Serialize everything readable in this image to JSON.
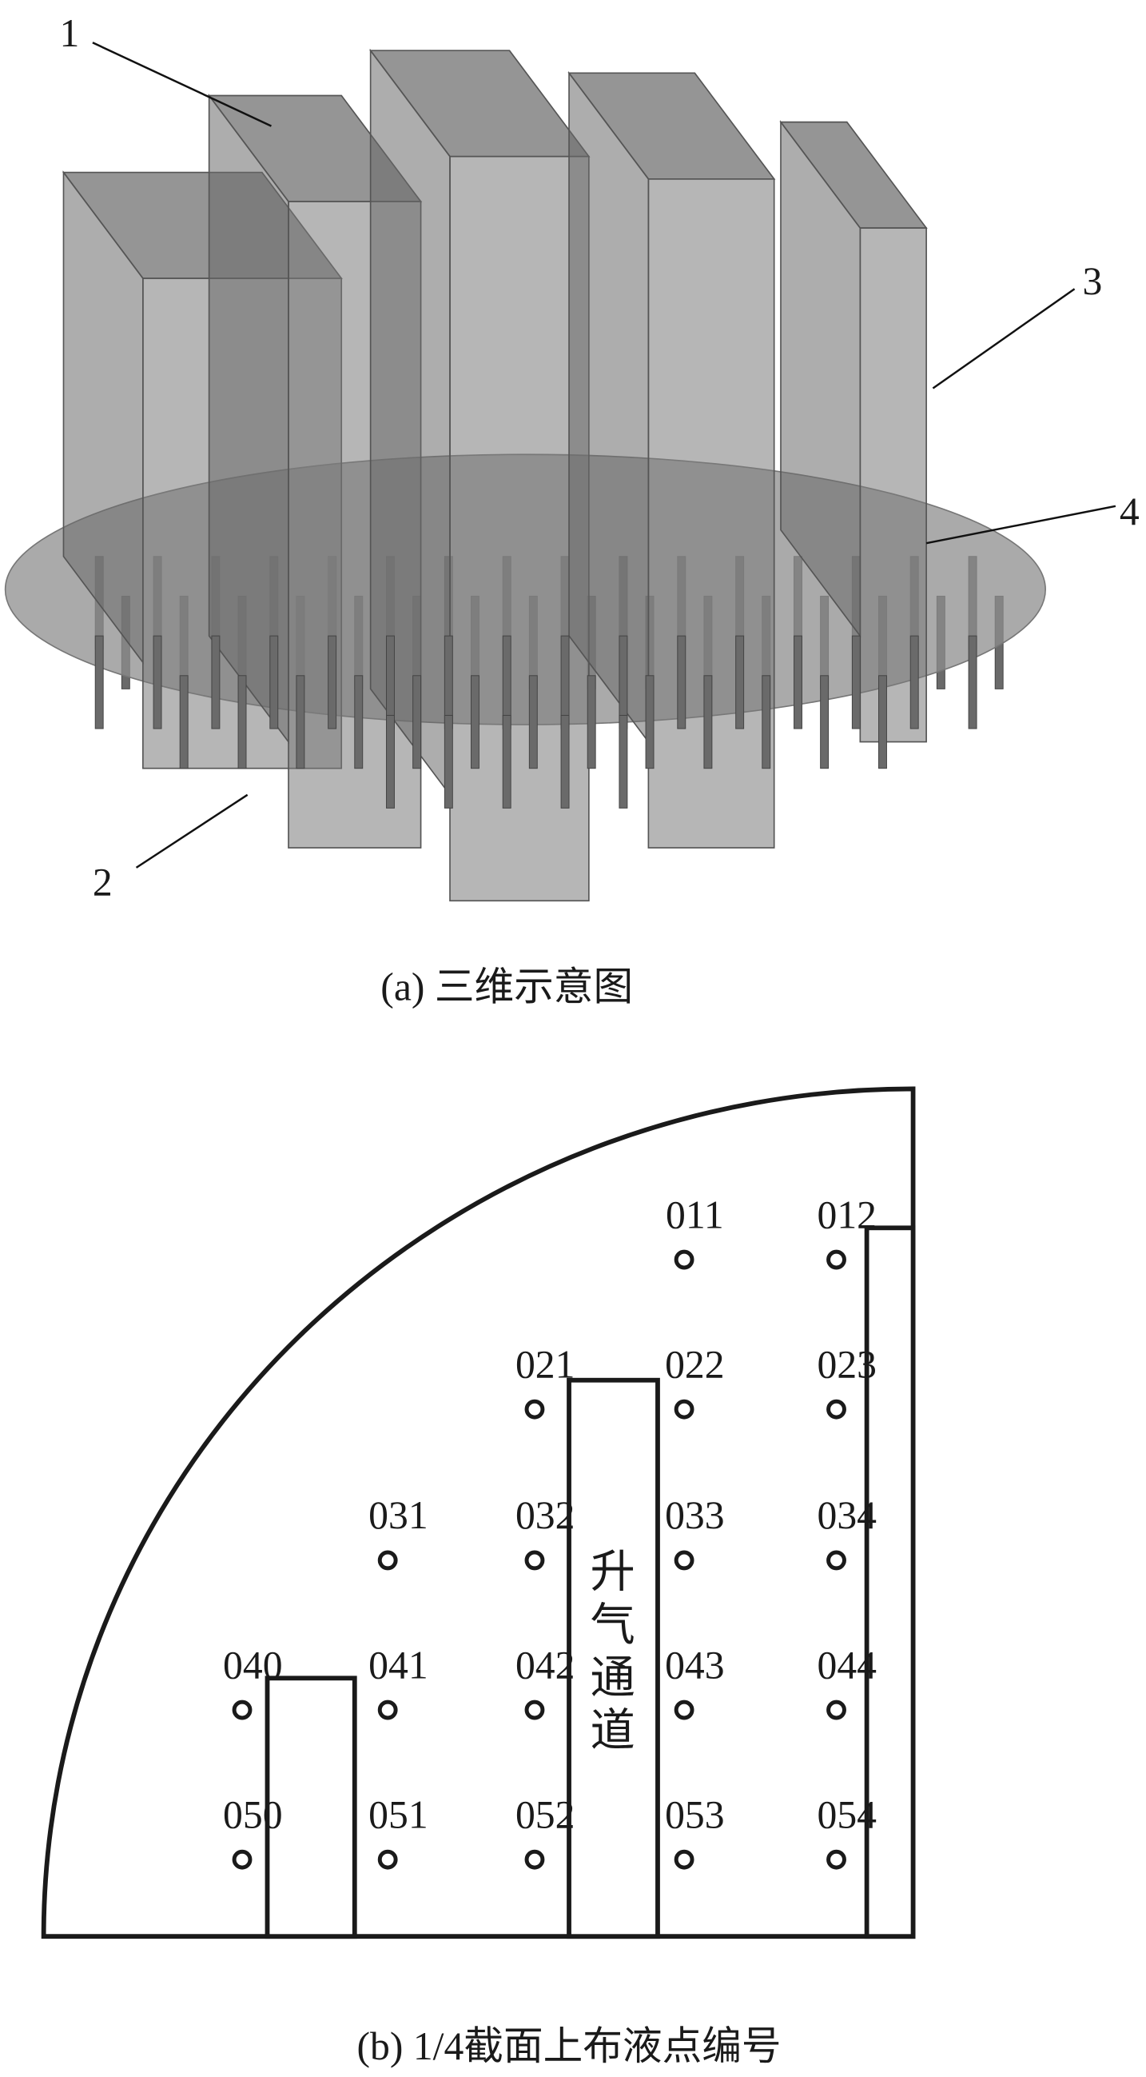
{
  "figure_a": {
    "caption": "(a) 三维示意图",
    "callouts": [
      "1",
      "2",
      "3",
      "4"
    ]
  },
  "figure_b": {
    "caption": "(b) 1/4截面上布液点编号",
    "channel_label": [
      "升",
      "气",
      "通",
      "道"
    ],
    "rows": [
      [
        "011",
        "012"
      ],
      [
        "021",
        "022",
        "023"
      ],
      [
        "031",
        "032",
        "033",
        "034"
      ],
      [
        "040",
        "041",
        "042",
        "043",
        "044"
      ],
      [
        "050",
        "051",
        "052",
        "053",
        "054"
      ]
    ]
  },
  "colors": {
    "box": "#7a7a7a",
    "plate": "#9a9a9a",
    "line": "#1a1a1a"
  }
}
